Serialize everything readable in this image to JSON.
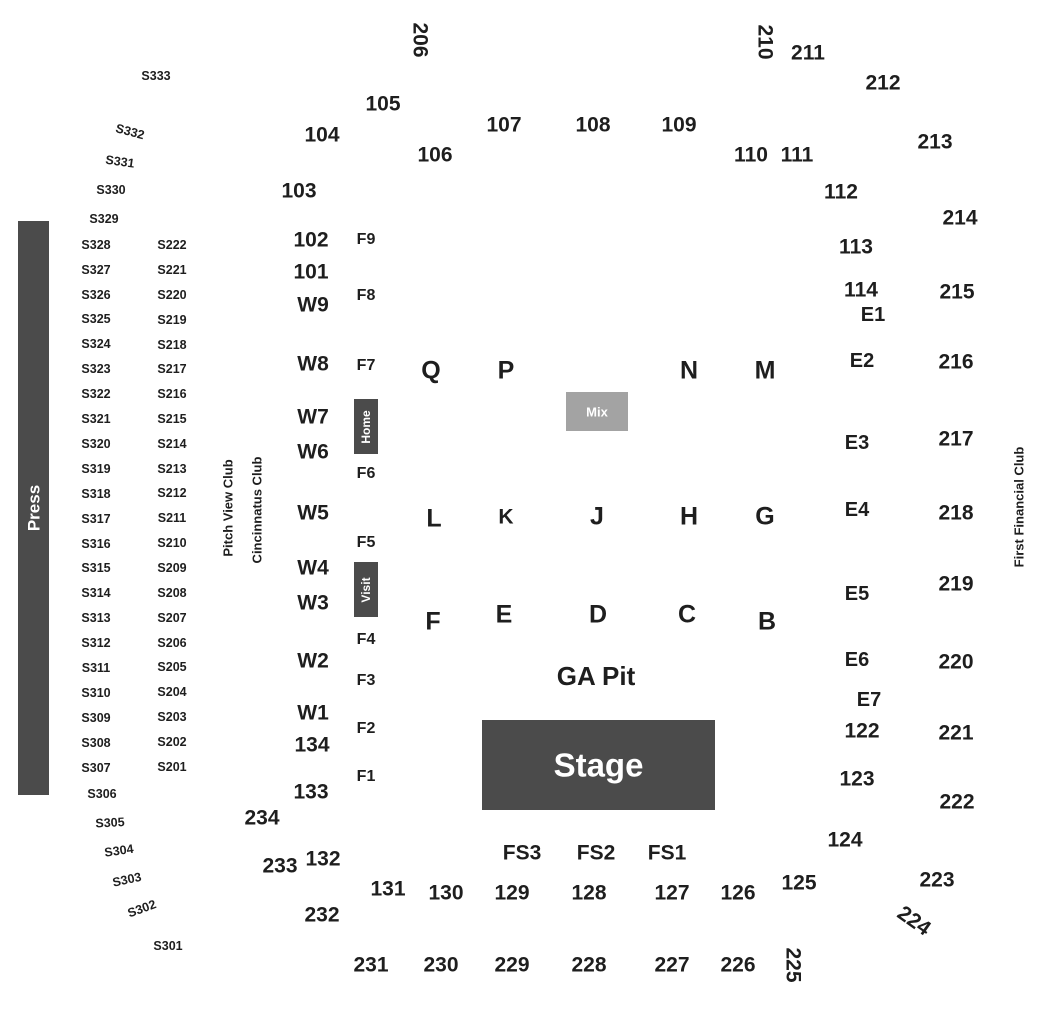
{
  "venue": {
    "press": "Press",
    "stage": "Stage",
    "ga_pit": "GA Pit",
    "mix": "Mix",
    "home": "Home",
    "visit": "Visit",
    "clubs": {
      "pitch_view": "Pitch View Club",
      "cincinnatus": "Cincinnatus Club",
      "first_financial": "First Financial Club"
    }
  },
  "sections_300": [
    "S333",
    "S332",
    "S331",
    "S330",
    "S329",
    "S328",
    "S327",
    "S326",
    "S325",
    "S324",
    "S323",
    "S322",
    "S321",
    "S320",
    "S319",
    "S318",
    "S317",
    "S316",
    "S315",
    "S314",
    "S313",
    "S312",
    "S311",
    "S310",
    "S309",
    "S308",
    "S307",
    "S306",
    "S305",
    "S304",
    "S303",
    "S302",
    "S301"
  ],
  "sections_suite_200": [
    "S222",
    "S221",
    "S220",
    "S219",
    "S218",
    "S217",
    "S216",
    "S215",
    "S214",
    "S213",
    "S212",
    "S211",
    "S210",
    "S209",
    "S208",
    "S207",
    "S206",
    "S205",
    "S204",
    "S203",
    "S202",
    "S201"
  ],
  "sections_200": [
    "206",
    "210",
    "211",
    "212",
    "213",
    "214",
    "215",
    "216",
    "217",
    "218",
    "219",
    "220",
    "221",
    "222",
    "223",
    "224",
    "225",
    "226",
    "227",
    "228",
    "229",
    "230",
    "231",
    "232",
    "233",
    "234"
  ],
  "sections_100": [
    "101",
    "102",
    "103",
    "104",
    "105",
    "106",
    "107",
    "108",
    "109",
    "110",
    "111",
    "112",
    "113",
    "114",
    "122",
    "123",
    "124",
    "125",
    "126",
    "127",
    "128",
    "129",
    "130",
    "131",
    "132",
    "133",
    "134"
  ],
  "sections_w": [
    "W9",
    "W8",
    "W7",
    "W6",
    "W5",
    "W4",
    "W3",
    "W2",
    "W1"
  ],
  "sections_f": [
    "F9",
    "F8",
    "F7",
    "F6",
    "F5",
    "F4",
    "F3",
    "F2",
    "F1"
  ],
  "sections_e": [
    "E1",
    "E2",
    "E3",
    "E4",
    "E5",
    "E6",
    "E7"
  ],
  "floor": [
    "Q",
    "P",
    "N",
    "M",
    "L",
    "K",
    "J",
    "H",
    "G",
    "F",
    "E",
    "D",
    "C",
    "B"
  ],
  "front_stage": [
    "FS3",
    "FS2",
    "FS1"
  ],
  "colors": {
    "block": "#4b4b4b",
    "mix_block": "#a3a3a3",
    "text": "#1e1e1e",
    "block_text": "#ffffff"
  }
}
